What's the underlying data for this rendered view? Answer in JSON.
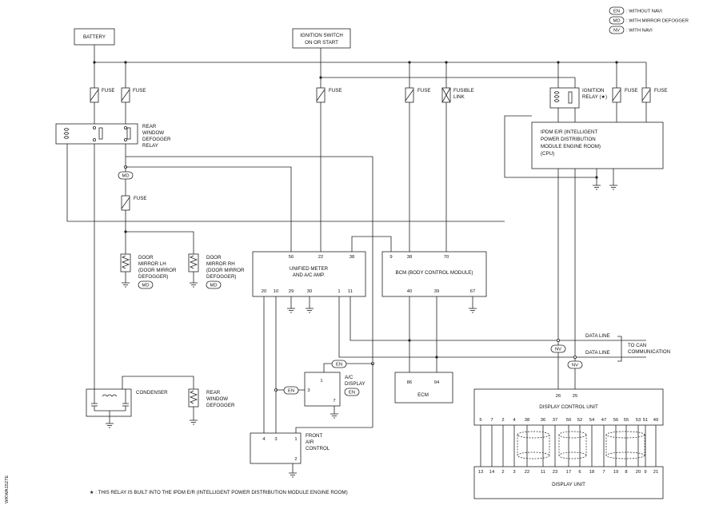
{
  "legend": {
    "en": {
      "badge": "EN",
      "text": ": WITHOUT NAVI"
    },
    "md": {
      "badge": "MD",
      "text": ": WITH MIRROR DEFOGGER"
    },
    "nv": {
      "badge": "NV",
      "text": ": WITH NAVI"
    }
  },
  "components": {
    "battery": "BATTERY",
    "ignition_switch": [
      "IGNITION SWITCH",
      "ON OR START"
    ],
    "fuse": "FUSE",
    "fusible_link": [
      "FUSIBLE",
      "LINK"
    ],
    "ignition_relay": [
      "IGNITION",
      "RELAY (★)"
    ],
    "rear_defogger_relay": [
      "REAR",
      "WINDOW",
      "DEFOGGER",
      "RELAY"
    ],
    "ipdm": [
      "IPDM E/R (INTELLIGENT",
      "POWER DISTRIBUTION",
      "MODULE ENGINE ROOM)",
      "(CPU)"
    ],
    "door_mirror_lh": [
      "DOOR",
      "MIRROR LH",
      "(DOOR MIRROR",
      "DEFOGGER)"
    ],
    "door_mirror_rh": [
      "DOOR",
      "MIRROR RH",
      "(DOOR MIRROR",
      "DEFOGGER)"
    ],
    "unified_meter": [
      "UNIFIED METER",
      "AND A/C AMP."
    ],
    "bcm": "BCM (BODY CONTROL MODULE)",
    "condenser": "CONDENSER",
    "rear_window_defogger": [
      "REAR",
      "WINDOW",
      "DEFOGGER"
    ],
    "ac_display": [
      "A/C",
      "DISPLAY"
    ],
    "ecm": "ECM",
    "front_air_control": [
      "FRONT",
      "AIR",
      "CONTROL"
    ],
    "display_control_unit": "DISPLAY CONTROL UNIT",
    "display_unit": "DISPLAY UNIT",
    "data_line": "DATA LINE",
    "to_can": [
      "TO CAN",
      "COMMUNICATION"
    ]
  },
  "pins": {
    "meter_top": [
      "56",
      "22",
      "38"
    ],
    "meter_bottom": [
      "20",
      "10",
      "29",
      "30",
      "1",
      "11"
    ],
    "bcm_top": [
      "9",
      "38",
      "70"
    ],
    "bcm_bottom": [
      "40",
      "39",
      "67"
    ],
    "ac_display": [
      "1",
      "3",
      "7"
    ],
    "ecm": [
      "86",
      "94"
    ],
    "front_air": [
      "4",
      "3",
      "1",
      "2"
    ],
    "dcu_top": [
      "26",
      "25"
    ],
    "dcu_bottom": [
      "5",
      "7",
      "2",
      "4",
      "38",
      "36",
      "37",
      "50",
      "52",
      "54",
      "47",
      "56",
      "55",
      "53",
      "51",
      "49"
    ],
    "du_top": [
      "13",
      "14",
      "2",
      "3",
      "22",
      "11",
      "23",
      "17",
      "6",
      "18",
      "7",
      "19",
      "8",
      "20",
      "9",
      "21"
    ]
  },
  "footnote": "★ : THIS RELAY IS BUILT INTO THE IPDM E/R (INTELLIGENT POWER DISTRIBUTION MODULE ENGINE ROOM)",
  "side_code": "WKWA1527E"
}
